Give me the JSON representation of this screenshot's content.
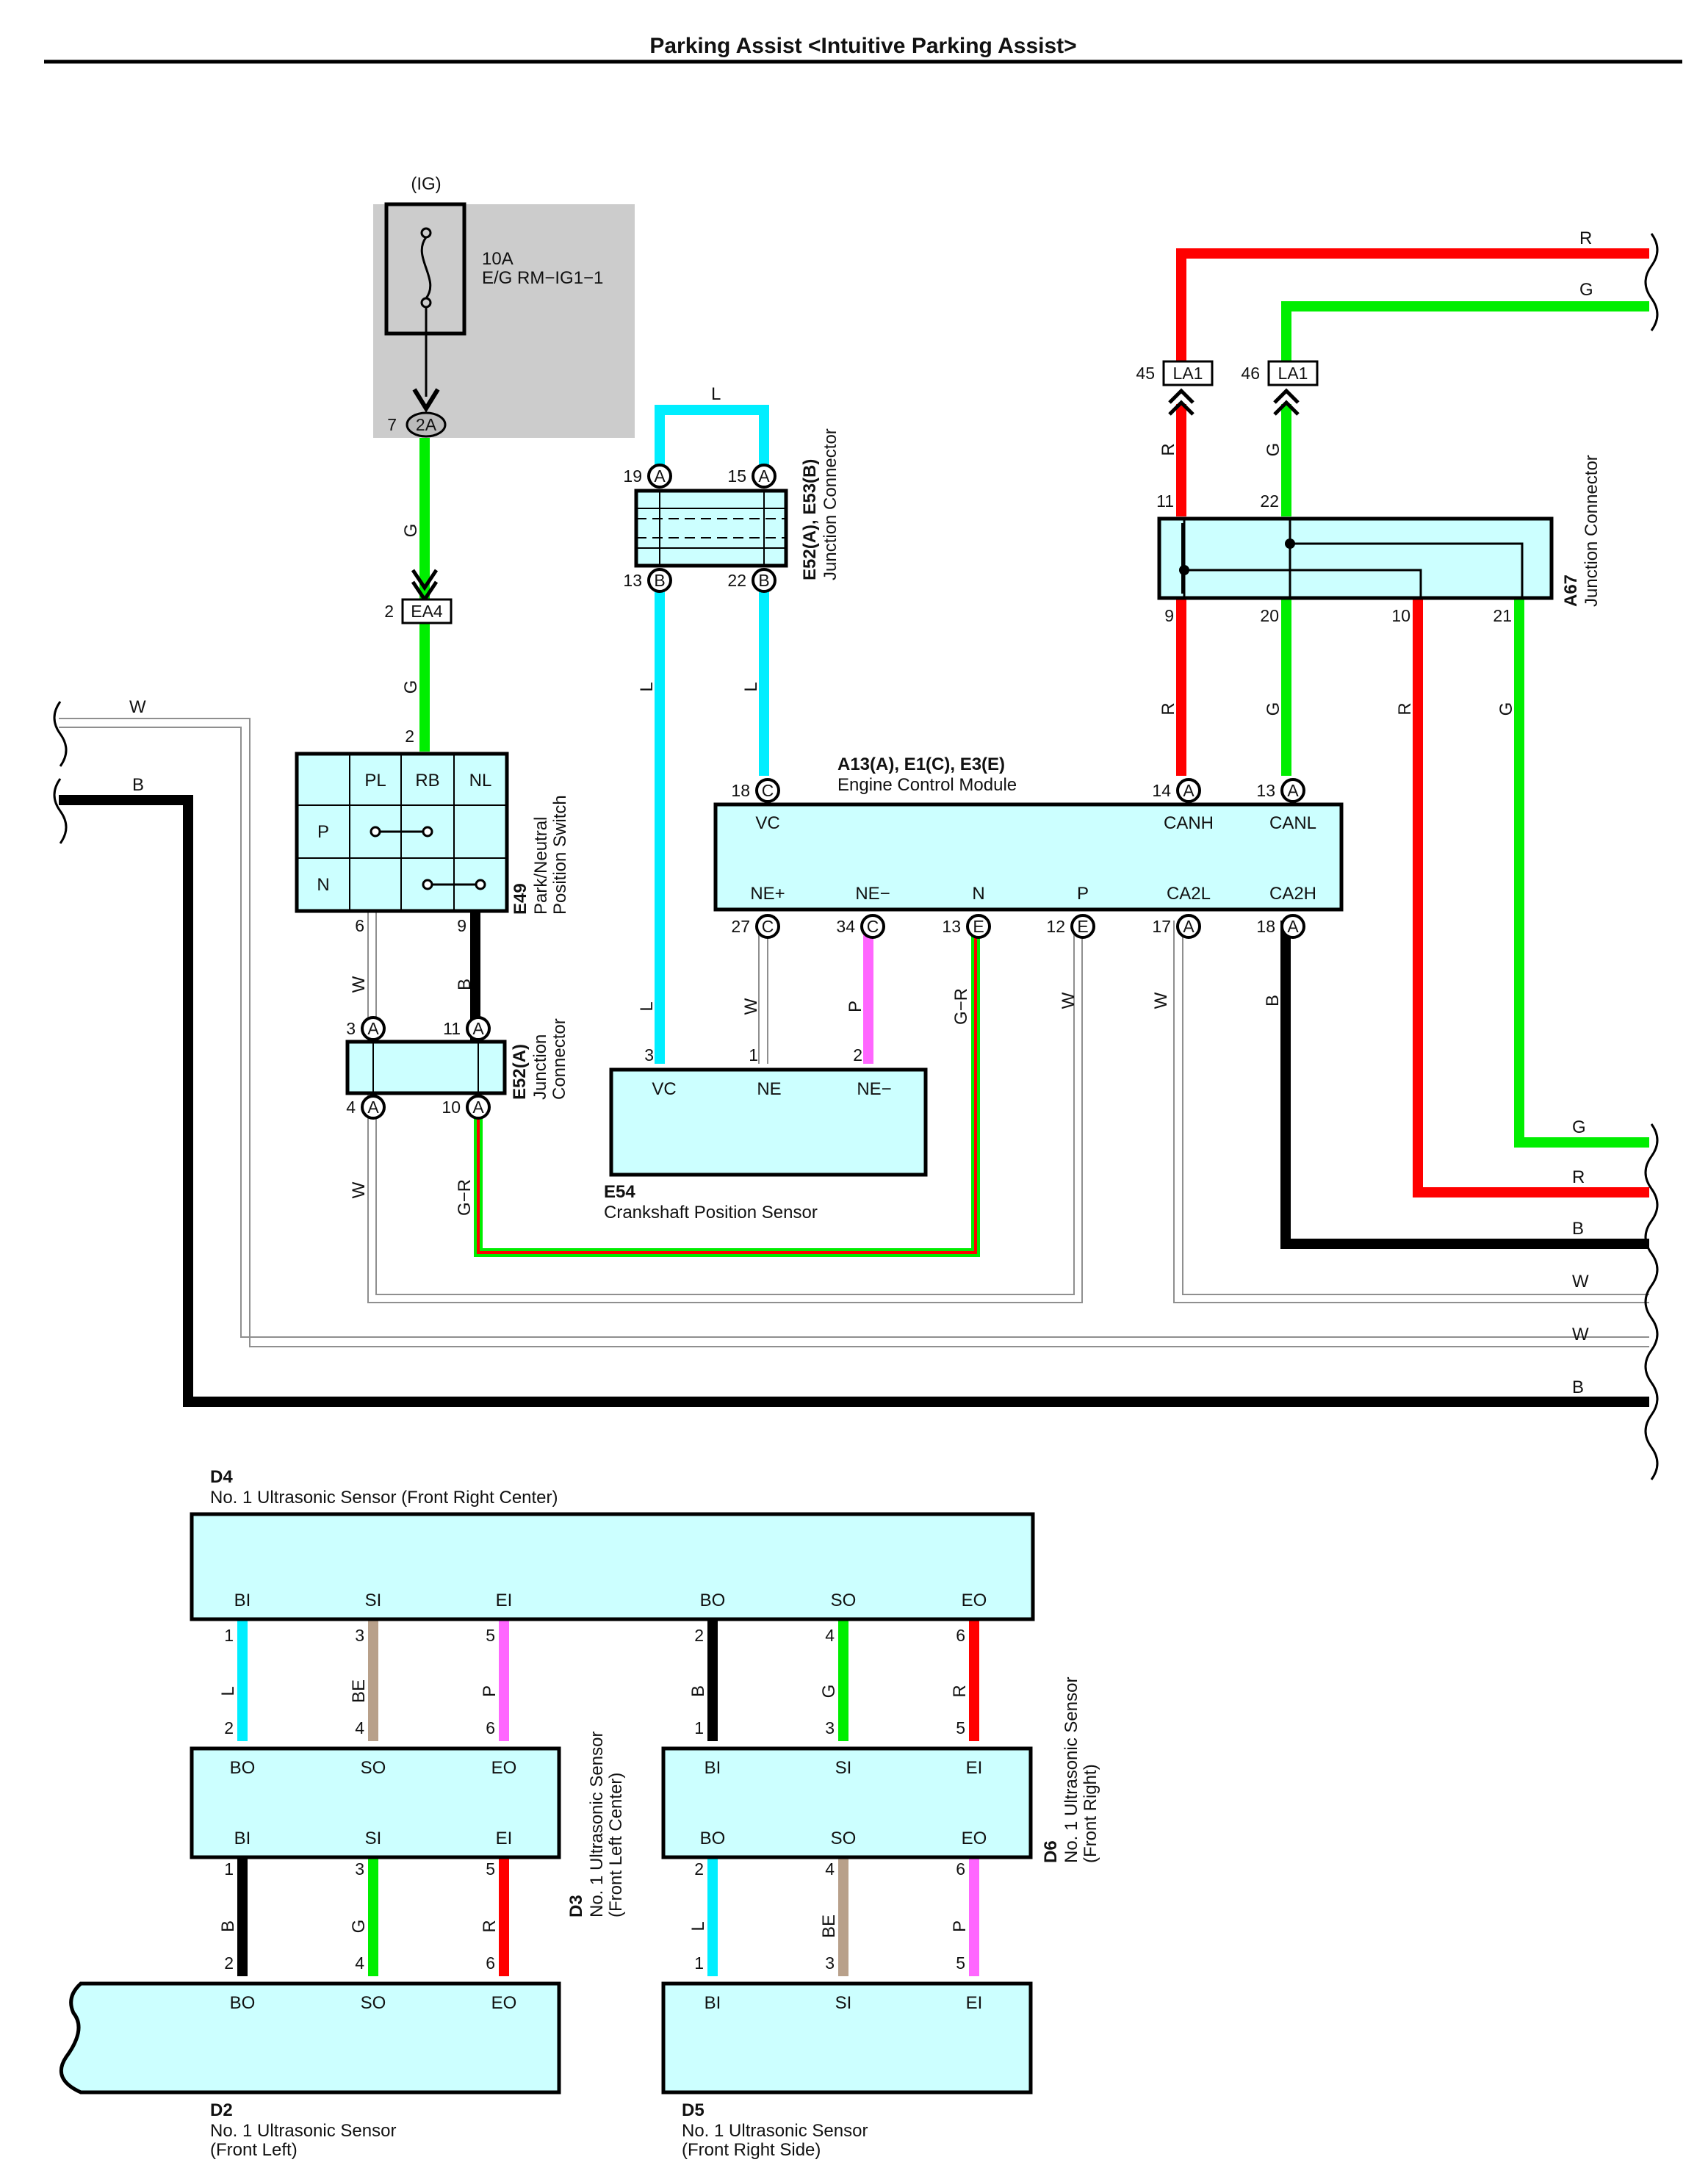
{
  "title": "Parking Assist <Intuitive Parking Assist>",
  "colors": {
    "R": "#ff0000",
    "G": "#00ee00",
    "L": "#00eeff",
    "B": "#000000",
    "P": "#ff66ff",
    "BE": "#b8a08a",
    "W": "#8f8f8f",
    "box": "#ccffff",
    "relay_area": "#cccccc"
  },
  "fuse": {
    "ig": "(IG)",
    "rating": "10A",
    "name": "E/G RM−IG1−1",
    "conn_pin": "7",
    "conn_code": "2A"
  },
  "ea4": {
    "code": "EA4",
    "pin": "2"
  },
  "e49": {
    "code": "E49",
    "name_line1": "Park/Neutral",
    "name_line2": "Position Switch",
    "cols": [
      "PL",
      "RB",
      "NL"
    ],
    "rows": [
      "P",
      "N"
    ],
    "pin_top": "2",
    "pin_w": "6",
    "pin_b": "9"
  },
  "e52a_lower": {
    "code": "E52(A)",
    "name_line1": "Junction",
    "name_line2": "Connector",
    "pins": [
      "3",
      "11",
      "4",
      "10"
    ],
    "letter": "A"
  },
  "e52_e53": {
    "code": "E52(A), E53(B)",
    "name": "Junction Connector",
    "pins_top": [
      "19",
      "15"
    ],
    "pins_bottom": [
      "13",
      "22"
    ],
    "letter_top": "A",
    "letter_bottom": "B"
  },
  "ecm": {
    "code": "A13(A), E1(C), E3(E)",
    "name": "Engine Control Module",
    "top_labels": [
      "VC",
      "CANH",
      "CANL"
    ],
    "bottom_labels": [
      "NE+",
      "NE−",
      "N",
      "P",
      "CA2L",
      "CA2H"
    ],
    "top_pins": [
      "18",
      "14",
      "13"
    ],
    "top_letters": [
      "C",
      "A",
      "A"
    ],
    "bottom_pins": [
      "27",
      "34",
      "13",
      "12",
      "17",
      "18"
    ],
    "bottom_letters": [
      "C",
      "C",
      "E",
      "E",
      "A",
      "A"
    ]
  },
  "e54": {
    "code": "E54",
    "name": "Crankshaft Position Sensor",
    "labels": [
      "VC",
      "NE",
      "NE−"
    ],
    "pins": [
      "3",
      "1",
      "2"
    ]
  },
  "la1": {
    "code": "LA1",
    "pins": [
      "45",
      "46"
    ]
  },
  "a67": {
    "code": "A67",
    "name": "Junction Connector",
    "pins_top": [
      "11",
      "22"
    ],
    "pins_bottom": [
      "9",
      "20",
      "10",
      "21"
    ]
  },
  "wire_labels": {
    "R": "R",
    "G": "G",
    "L": "L",
    "W": "W",
    "B": "B",
    "P": "P",
    "GR": "G−R",
    "BE": "BE"
  },
  "d4": {
    "code": "D4",
    "name": "No. 1 Ultrasonic Sensor (Front Right Center)",
    "labels": [
      "BI",
      "SI",
      "EI",
      "BO",
      "SO",
      "EO"
    ],
    "pins": [
      "1",
      "3",
      "5",
      "2",
      "4",
      "6"
    ]
  },
  "d3": {
    "code": "D3",
    "name_line1": "No. 1 Ultrasonic Sensor",
    "name_line2": "(Front Left Center)",
    "top_labels": [
      "BO",
      "SO",
      "EO"
    ],
    "top_pins": [
      "2",
      "4",
      "6"
    ],
    "bottom_labels": [
      "BI",
      "SI",
      "EI"
    ],
    "bottom_pins": [
      "1",
      "3",
      "5"
    ]
  },
  "d6": {
    "code": "D6",
    "name_line1": "No. 1 Ultrasonic Sensor",
    "name_line2": "(Front Right)",
    "top_labels": [
      "BI",
      "SI",
      "EI"
    ],
    "top_pins": [
      "1",
      "3",
      "5"
    ],
    "bottom_labels": [
      "BO",
      "SO",
      "EO"
    ],
    "bottom_pins": [
      "2",
      "4",
      "6"
    ]
  },
  "d2": {
    "code": "D2",
    "name_line1": "No. 1 Ultrasonic Sensor",
    "name_line2": "(Front Left)",
    "labels": [
      "BO",
      "SO",
      "EO"
    ],
    "pins": [
      "2",
      "4",
      "6"
    ]
  },
  "d5": {
    "code": "D5",
    "name_line1": "No. 1 Ultrasonic Sensor",
    "name_line2": "(Front Right Side)",
    "labels": [
      "BI",
      "SI",
      "EI"
    ],
    "pins": [
      "1",
      "3",
      "5"
    ]
  }
}
